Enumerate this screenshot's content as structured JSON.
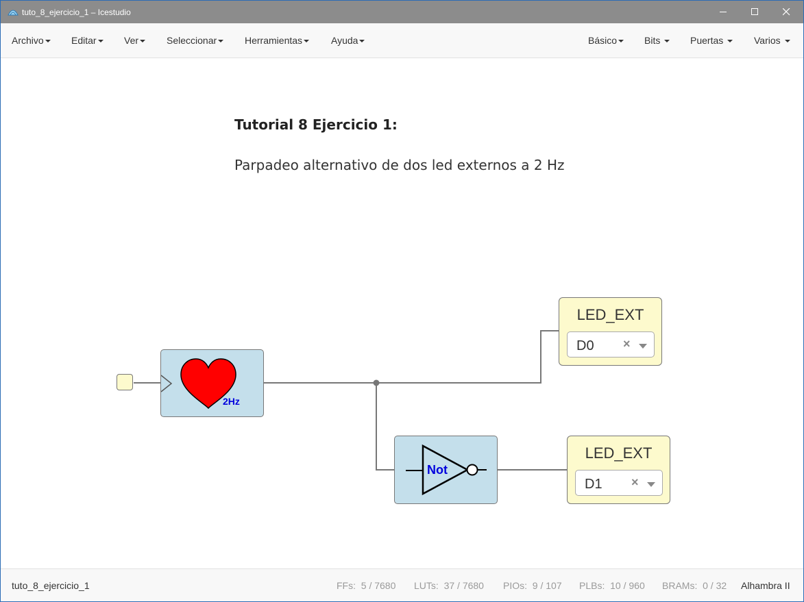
{
  "window": {
    "title": "tuto_8_ejercicio_1 – Icestudio"
  },
  "menubar": {
    "left": [
      "Archivo",
      "Editar",
      "Ver",
      "Seleccionar",
      "Herramientas",
      "Ayuda"
    ],
    "right": [
      "Básico",
      "Bits",
      "Puertas",
      "Varios"
    ]
  },
  "canvas": {
    "info_title": "Tutorial 8 Ejercicio 1:",
    "info_text": "Parpadeo alternativo de dos led externos a 2 Hz",
    "heart_block": {
      "label": "2Hz",
      "icon": "heart-icon",
      "color": "#ff0000",
      "label_color": "#0000dd"
    },
    "not_block": {
      "label": "Not",
      "icon": "not-gate-icon",
      "label_color": "#0000dd"
    },
    "led_outputs": [
      {
        "name": "LED_EXT",
        "pin": "D0"
      },
      {
        "name": "LED_EXT",
        "pin": "D1"
      }
    ],
    "clear_symbol": "×"
  },
  "statusbar": {
    "file": "tuto_8_ejercicio_1",
    "ffs_label": "FFs:",
    "ffs_value": "5 / 7680",
    "luts_label": "LUTs:",
    "luts_value": "37 / 7680",
    "pios_label": "PIOs:",
    "pios_value": "9 / 107",
    "plbs_label": "PLBs:",
    "plbs_value": "10 / 960",
    "brams_label": "BRAMs:",
    "brams_value": "0 / 32",
    "board": "Alhambra II"
  },
  "colors": {
    "titlebar": "#8c8c8c",
    "block_blue": "#c4dfeb",
    "io_yellow": "#fdfacd",
    "wire": "#777777"
  }
}
